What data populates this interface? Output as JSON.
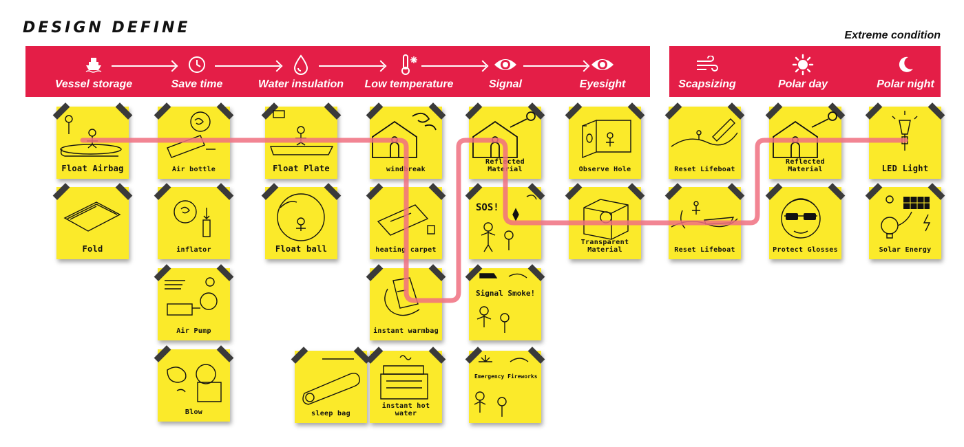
{
  "title": "DESIGN DEFINE",
  "extreme_label": "Extreme condition",
  "categories": [
    {
      "label": "Vessel storage",
      "icon": "ship-icon"
    },
    {
      "label": "Save time",
      "icon": "clock-icon"
    },
    {
      "label": "Water insulation",
      "icon": "water-drop-icon"
    },
    {
      "label": "Low temperature",
      "icon": "thermometer-snow-icon"
    },
    {
      "label": "Signal",
      "icon": "eye-icon"
    },
    {
      "label": "Eyesight",
      "icon": "eye-icon"
    },
    {
      "label": "Scapsizing",
      "icon": "wind-icon"
    },
    {
      "label": "Polar day",
      "icon": "sun-icon"
    },
    {
      "label": "Polar night",
      "icon": "moon-icon"
    }
  ],
  "notes": {
    "c1": [
      "Float Airbag",
      "Fold"
    ],
    "c2": [
      "Air bottle",
      "inflator",
      "Air Pump",
      "Blow"
    ],
    "c3": [
      "Float Plate",
      "Float ball",
      "sleep bag"
    ],
    "c4": [
      "windbreak",
      "heating carpet",
      "instant warmbag",
      "instant hot water"
    ],
    "c5": [
      "Reflected Material",
      "SOS!",
      "Signal Smoke!",
      "Emergency Fireworks"
    ],
    "c6": [
      "Observe Hole",
      "Transparent Material"
    ],
    "c7": [
      "Reset Lifeboat",
      "Reset Lifeboat"
    ],
    "c8": [
      "Reflected Material",
      "Protect Glosses"
    ],
    "c9": [
      "LED Light",
      "Solar Energy"
    ]
  },
  "colors": {
    "band": "#e41e47",
    "note": "#fbea2a",
    "path": "#f07080"
  }
}
